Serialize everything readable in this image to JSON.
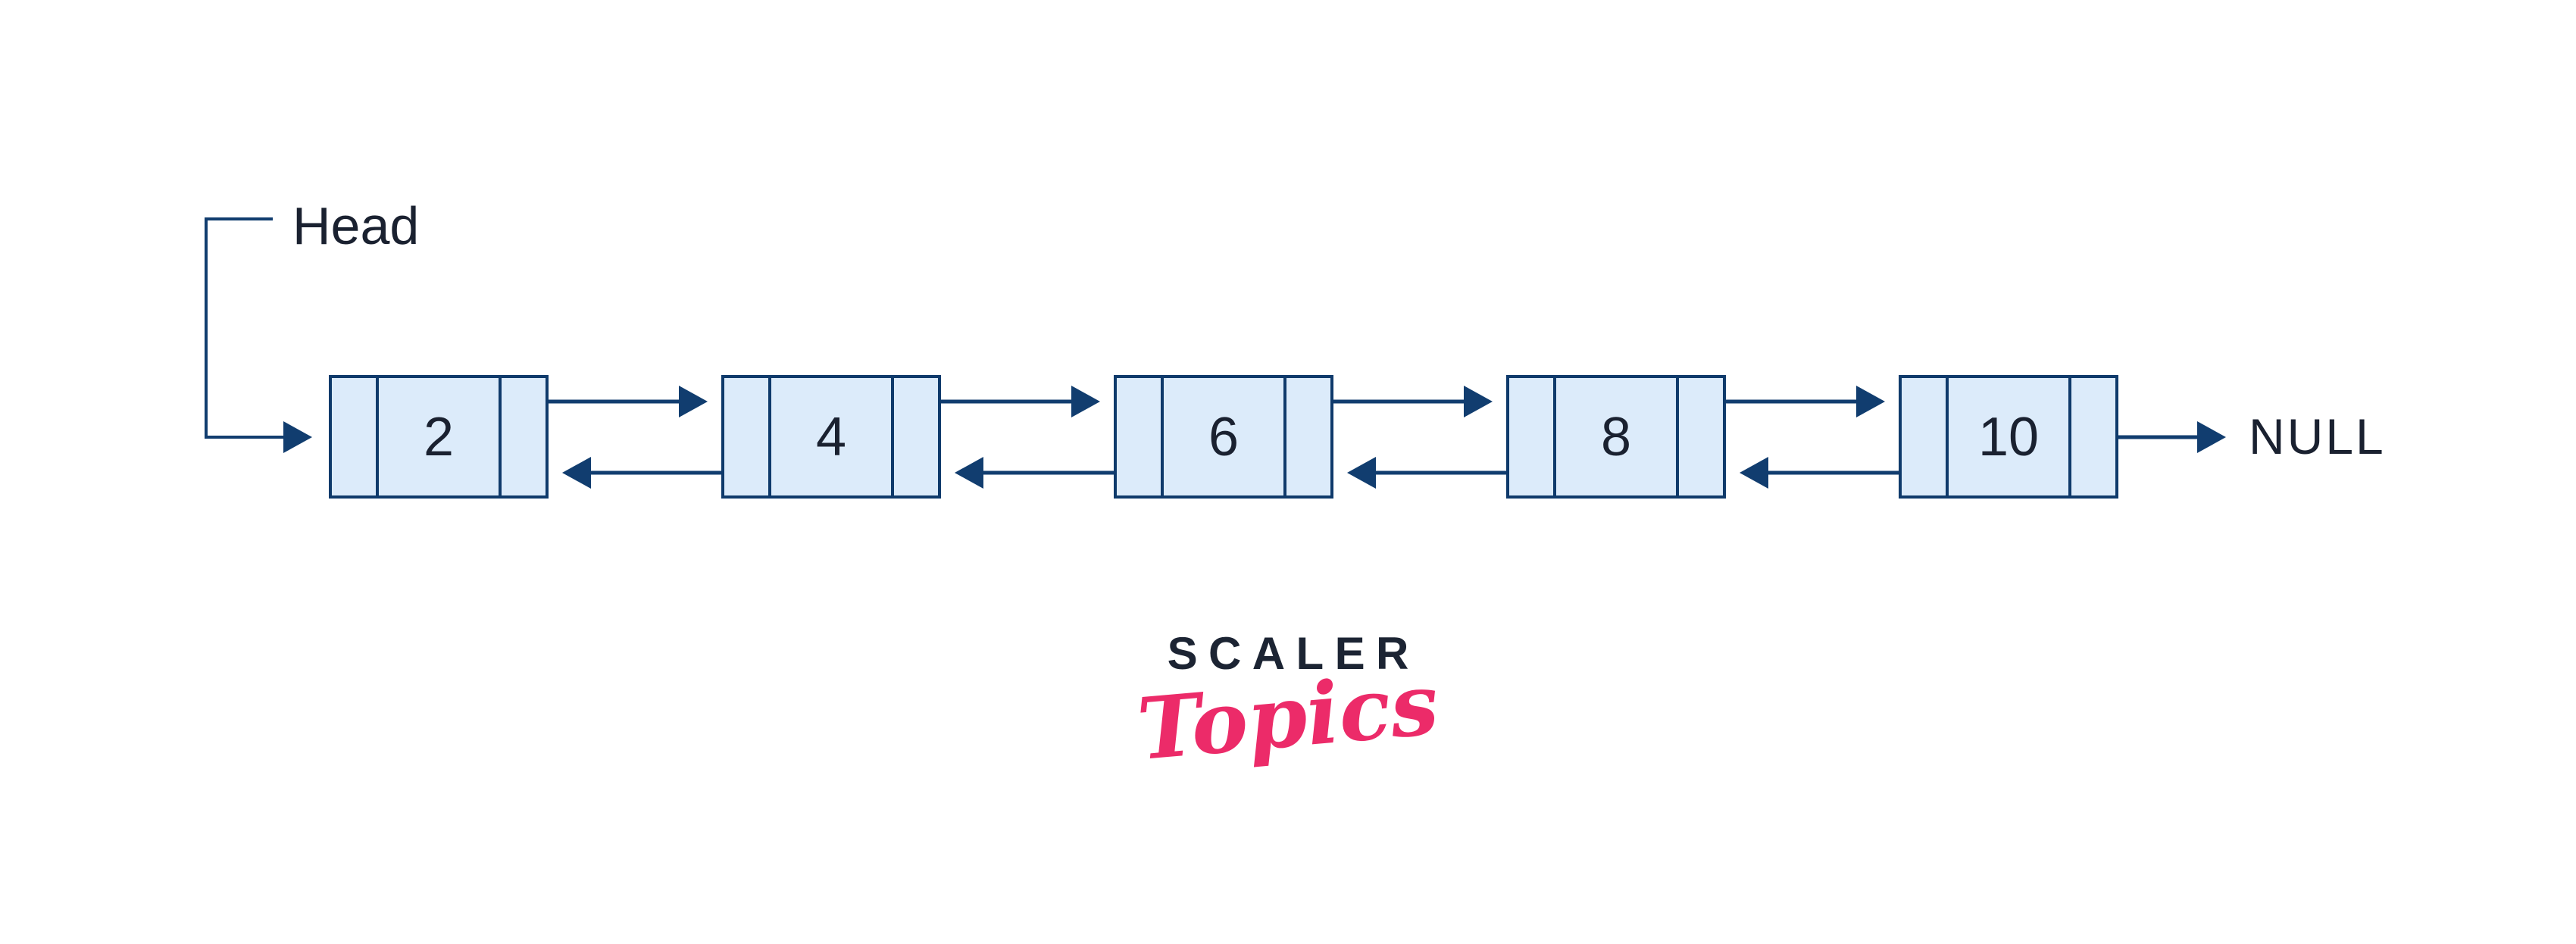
{
  "diagram": {
    "head_label": "Head",
    "null_label": "NULL",
    "nodes": [
      {
        "value": "2"
      },
      {
        "value": "4"
      },
      {
        "value": "6"
      },
      {
        "value": "8"
      },
      {
        "value": "10"
      }
    ]
  },
  "logo": {
    "primary": "SCALER",
    "secondary": "Topics"
  },
  "colors": {
    "node-fill": "#dcebfa",
    "node-border": "#0f3a6b",
    "arrow": "#113d6f",
    "label-text": "#1a2130",
    "logo-dark": "#1c2433",
    "logo-pink": "#ec2b69",
    "background": "#ffffff"
  }
}
